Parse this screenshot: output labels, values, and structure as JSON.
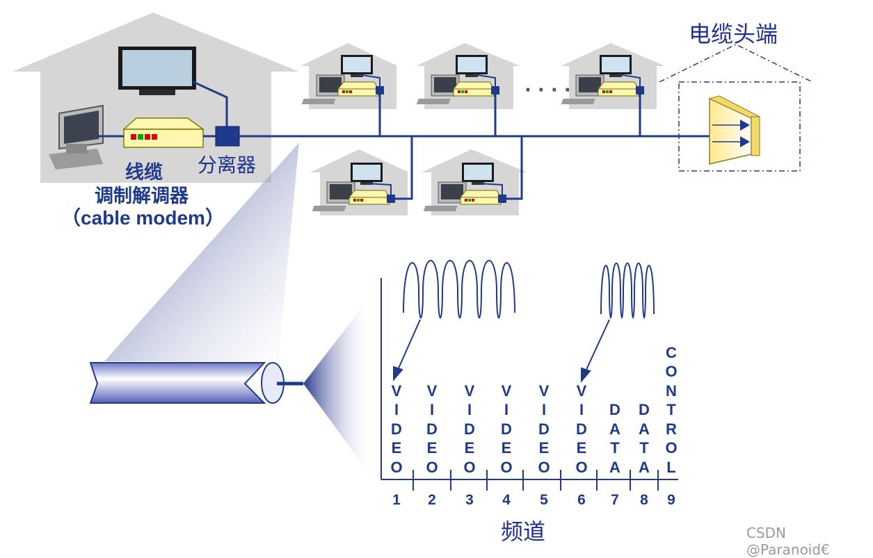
{
  "labels": {
    "headend": "电缆头端",
    "modem_line1": "线缆",
    "modem_line2": "调制解调器",
    "modem_line3": "（cable modem）",
    "splitter": "分离器",
    "frequency_axis": "频道",
    "ellipsis": "· · · ·"
  },
  "channels": [
    {
      "number": "1",
      "letters": [
        "V",
        "I",
        "D",
        "E",
        "O"
      ]
    },
    {
      "number": "2",
      "letters": [
        "V",
        "I",
        "D",
        "E",
        "O"
      ]
    },
    {
      "number": "3",
      "letters": [
        "V",
        "I",
        "D",
        "E",
        "O"
      ]
    },
    {
      "number": "4",
      "letters": [
        "V",
        "I",
        "D",
        "E",
        "O"
      ]
    },
    {
      "number": "5",
      "letters": [
        "V",
        "I",
        "D",
        "E",
        "O"
      ]
    },
    {
      "number": "6",
      "letters": [
        "V",
        "I",
        "D",
        "E",
        "O"
      ]
    },
    {
      "number": "7",
      "letters": [
        "D",
        "A",
        "T",
        "A"
      ]
    },
    {
      "number": "8",
      "letters": [
        "D",
        "A",
        "T",
        "A"
      ]
    },
    {
      "number": "9",
      "letters": [
        "C",
        "O",
        "N",
        "T",
        "R",
        "O",
        "L"
      ]
    }
  ],
  "watermark": "CSDN @Paranoid€",
  "colors": {
    "house": "#d9d9d9",
    "cable": "#1f3a8a",
    "text": "#1f3a8a",
    "modem": "#fff7b0"
  }
}
